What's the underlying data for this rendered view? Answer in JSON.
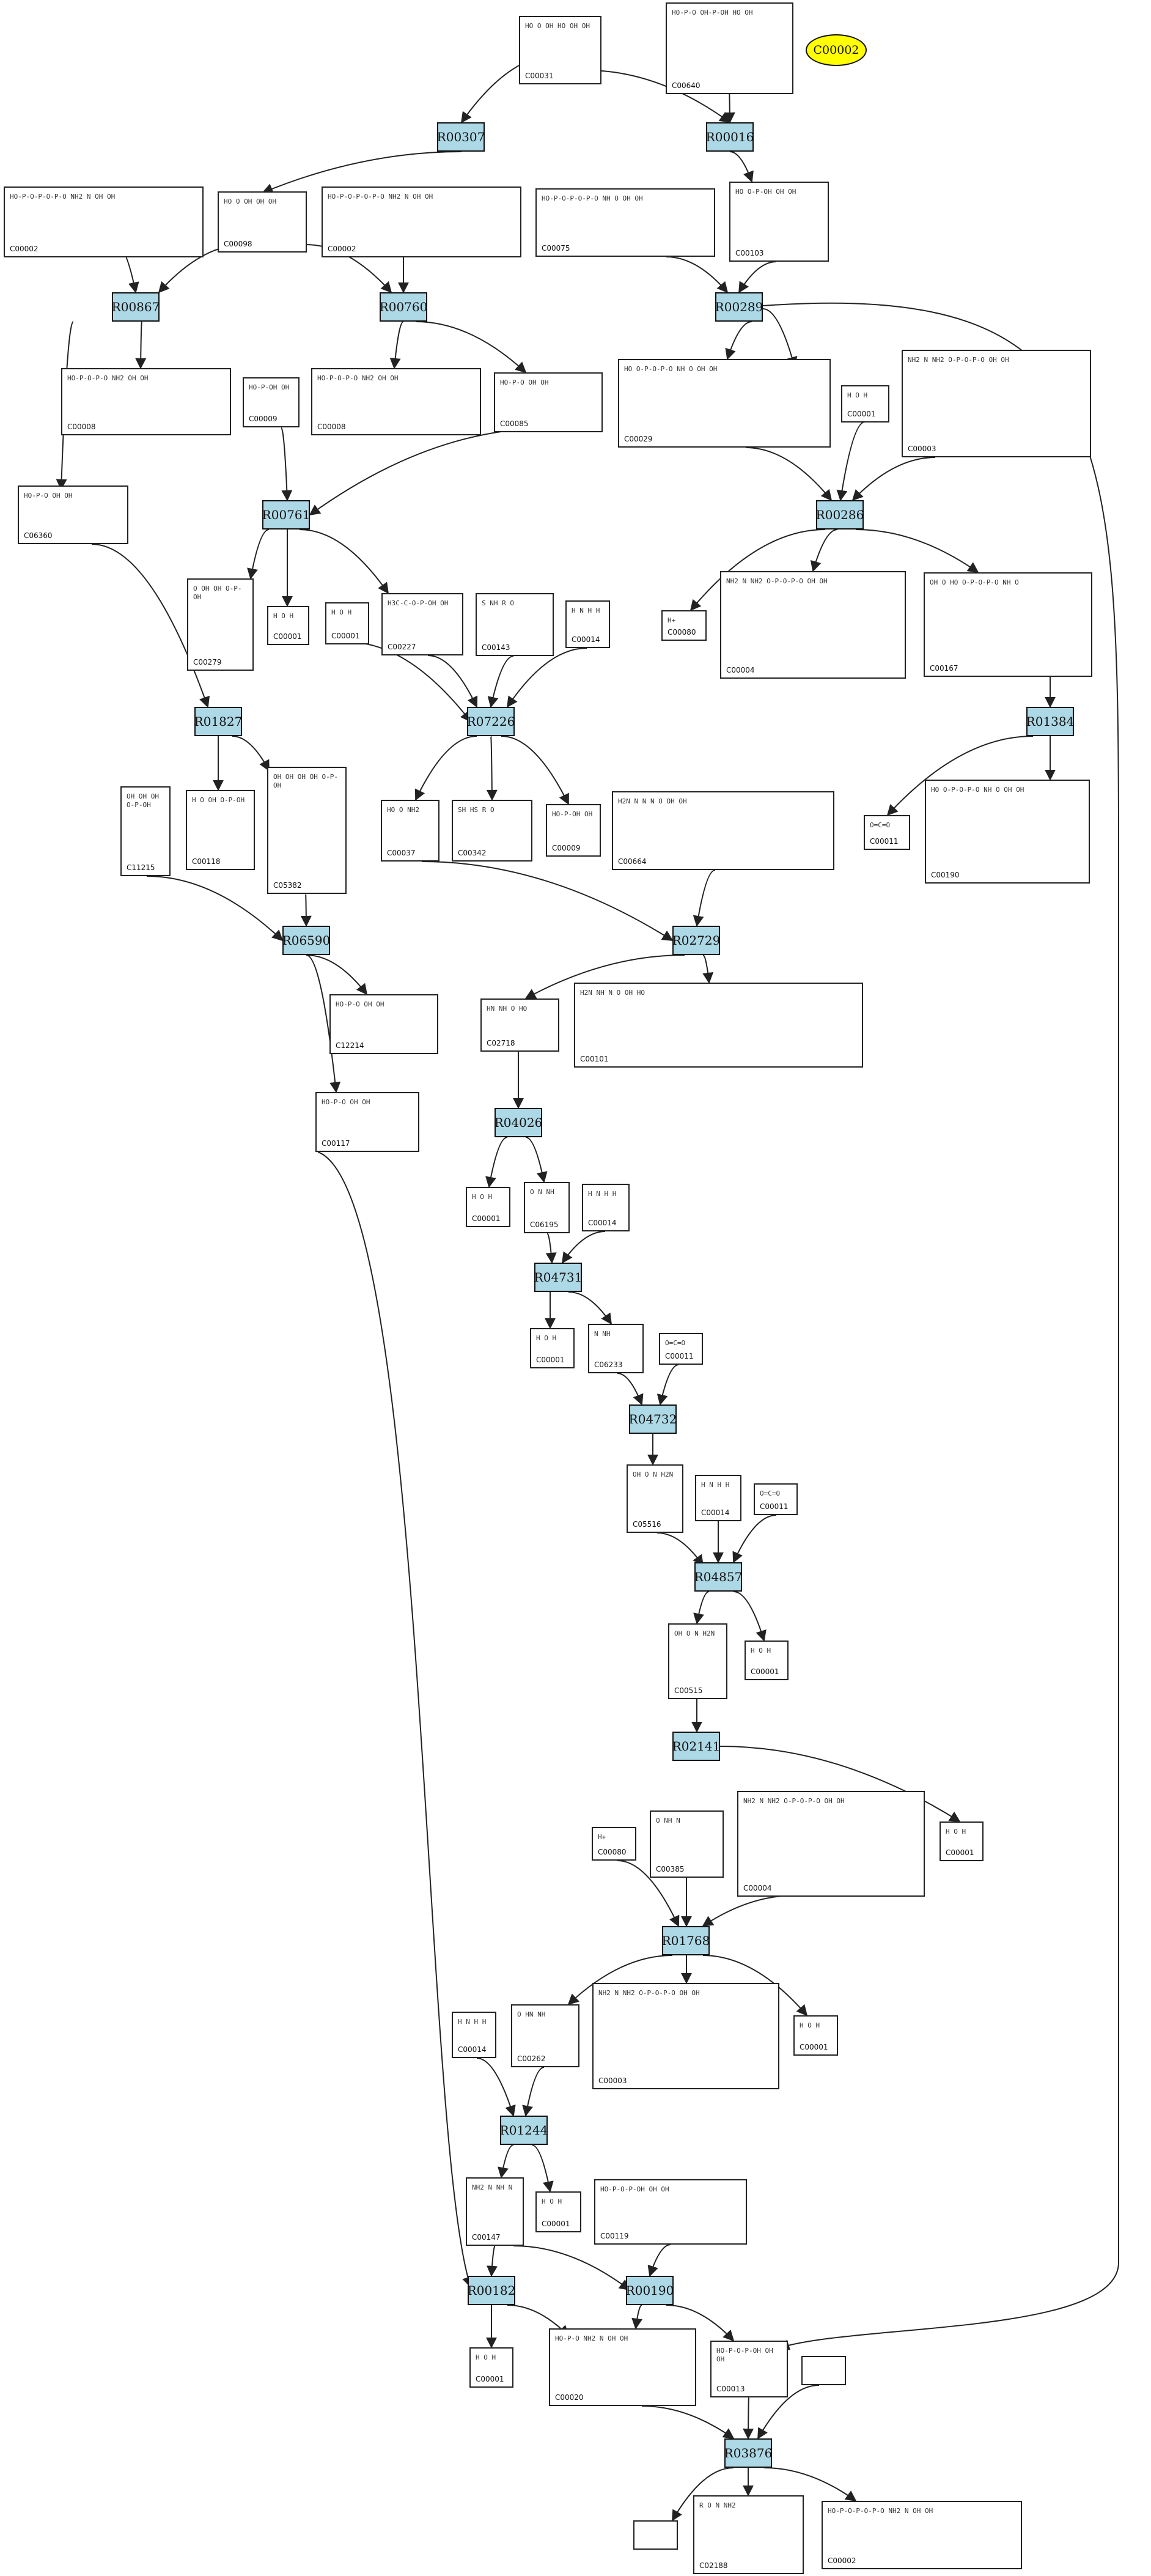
{
  "diagram": {
    "highlight": {
      "id": "C00002",
      "color": "#ffff00"
    },
    "colors": {
      "reaction_fill": "#add8e6",
      "edge": "#222222"
    },
    "reactions": [
      "R00307",
      "R00016",
      "R00867",
      "R00760",
      "R00289",
      "R00761",
      "R00286",
      "R01827",
      "R07226",
      "R01384",
      "R06590",
      "R02729",
      "R04026",
      "R04731",
      "R04732",
      "R04857",
      "R02141",
      "R01768",
      "R01244",
      "R00182",
      "R00190",
      "R03876"
    ],
    "compounds": [
      {
        "key": "c00031",
        "id": "C00031",
        "hint": "HO O OH HO OH OH"
      },
      {
        "key": "c00640",
        "id": "C00640",
        "hint": "HO-P-O OH-P-OH HO OH"
      },
      {
        "key": "c00002a",
        "id": "C00002",
        "hint": "HO-P-O-P-O-P-O  NH2 N OH OH"
      },
      {
        "key": "c00098",
        "id": "C00098",
        "hint": "HO O OH OH OH"
      },
      {
        "key": "c00002b",
        "id": "C00002",
        "hint": "HO-P-O-P-O-P-O NH2 N OH OH"
      },
      {
        "key": "c00075",
        "id": "C00075",
        "hint": "HO-P-O-P-O-P-O NH O OH OH"
      },
      {
        "key": "c00103",
        "id": "C00103",
        "hint": "HO O-P-OH OH OH"
      },
      {
        "key": "c00008a",
        "id": "C00008",
        "hint": "HO-P-O-P-O NH2 OH OH"
      },
      {
        "key": "c00009a",
        "id": "C00009",
        "hint": "HO-P-OH OH"
      },
      {
        "key": "c00008b",
        "id": "C00008",
        "hint": "HO-P-O-P-O NH2 OH OH"
      },
      {
        "key": "c00085",
        "id": "C00085",
        "hint": "HO-P-O OH OH"
      },
      {
        "key": "c00029",
        "id": "C00029",
        "hint": "HO O-P-O-P-O NH O OH OH"
      },
      {
        "key": "c00001a",
        "id": "C00001",
        "hint": "H O H"
      },
      {
        "key": "c00003a",
        "id": "C00003",
        "hint": "NH2 N NH2 O-P-O-P-O OH OH"
      },
      {
        "key": "c06360",
        "id": "C06360",
        "hint": "HO-P-O OH OH"
      },
      {
        "key": "c00279",
        "id": "C00279",
        "hint": "O OH OH O-P-OH"
      },
      {
        "key": "c00001b",
        "id": "C00001",
        "hint": "H O H"
      },
      {
        "key": "c00001c",
        "id": "C00001",
        "hint": "H O H"
      },
      {
        "key": "c00227",
        "id": "C00227",
        "hint": "H3C-C-O-P-OH OH"
      },
      {
        "key": "c00143",
        "id": "C00143",
        "hint": "S NH R O"
      },
      {
        "key": "c00014a",
        "id": "C00014",
        "hint": "H N H H"
      },
      {
        "key": "c00080a",
        "id": "C00080",
        "hint": "H+"
      },
      {
        "key": "c00004a",
        "id": "C00004",
        "hint": "NH2 N NH2 O-P-O-P-O OH OH"
      },
      {
        "key": "c00167",
        "id": "C00167",
        "hint": "OH O HO O-P-O-P-O NH O"
      },
      {
        "key": "c11215",
        "id": "C11215",
        "hint": "OH OH OH O-P-OH"
      },
      {
        "key": "c00118",
        "id": "C00118",
        "hint": "H O OH O-P-OH"
      },
      {
        "key": "c05382",
        "id": "C05382",
        "hint": "OH OH OH OH O-P-OH"
      },
      {
        "key": "c00037",
        "id": "C00037",
        "hint": "HO O NH2"
      },
      {
        "key": "c00342",
        "id": "C00342",
        "hint": "SH HS R O"
      },
      {
        "key": "c00009b",
        "id": "C00009",
        "hint": "HO-P-OH OH"
      },
      {
        "key": "c00664",
        "id": "C00664",
        "hint": "H2N N N N O OH OH"
      },
      {
        "key": "c00011a",
        "id": "C00011",
        "hint": "O=C=O"
      },
      {
        "key": "c00190",
        "id": "C00190",
        "hint": "HO O-P-O-P-O NH O OH OH"
      },
      {
        "key": "c12214",
        "id": "C12214",
        "hint": "HO-P-O OH OH"
      },
      {
        "key": "c02718",
        "id": "C02718",
        "hint": "HN NH O HO"
      },
      {
        "key": "c00101",
        "id": "C00101",
        "hint": "H2N NH N O OH HO"
      },
      {
        "key": "c00117",
        "id": "C00117",
        "hint": "HO-P-O OH OH"
      },
      {
        "key": "c00001d",
        "id": "C00001",
        "hint": "H O H"
      },
      {
        "key": "c06195",
        "id": "C06195",
        "hint": "O N NH"
      },
      {
        "key": "c00014b",
        "id": "C00014",
        "hint": "H N H H"
      },
      {
        "key": "c00001e",
        "id": "C00001",
        "hint": "H O H"
      },
      {
        "key": "c06233",
        "id": "C06233",
        "hint": "N NH"
      },
      {
        "key": "c00011b",
        "id": "C00011",
        "hint": "O=C=O"
      },
      {
        "key": "c05516",
        "id": "C05516",
        "hint": "OH O N H2N"
      },
      {
        "key": "c00014c",
        "id": "C00014",
        "hint": "H N H H"
      },
      {
        "key": "c00011c",
        "id": "C00011",
        "hint": "O=C=O"
      },
      {
        "key": "c00001f",
        "id": "C00001",
        "hint": "H O H"
      },
      {
        "key": "c00515",
        "id": "C00515",
        "hint": "OH O N H2N"
      },
      {
        "key": "c00001g",
        "id": "C00001",
        "hint": "H O H"
      },
      {
        "key": "c00080b",
        "id": "C00080",
        "hint": "H+"
      },
      {
        "key": "c00385",
        "id": "C00385",
        "hint": "O NH N"
      },
      {
        "key": "c00004b",
        "id": "C00004",
        "hint": "NH2 N NH2 O-P-O-P-O OH OH"
      },
      {
        "key": "c00014d",
        "id": "C00014",
        "hint": "H N H H"
      },
      {
        "key": "c00262",
        "id": "C00262",
        "hint": "O HN NH"
      },
      {
        "key": "c00003b",
        "id": "C00003",
        "hint": "NH2 N NH2 O-P-O-P-O OH OH"
      },
      {
        "key": "c00001h",
        "id": "C00001",
        "hint": "H O H"
      },
      {
        "key": "c00147",
        "id": "C00147",
        "hint": "NH2 N NH N"
      },
      {
        "key": "c00001i",
        "id": "C00001",
        "hint": "H O H"
      },
      {
        "key": "c00119",
        "id": "C00119",
        "hint": "HO-P-O-P-OH OH OH"
      },
      {
        "key": "c00001j",
        "id": "C00001",
        "hint": "H O H"
      },
      {
        "key": "c00020",
        "id": "C00020",
        "hint": "HO-P-O NH2 N OH OH"
      },
      {
        "key": "c00013",
        "id": "C00013",
        "hint": "HO-P-O-P-OH OH OH"
      },
      {
        "key": "empty1",
        "id": "",
        "hint": ""
      },
      {
        "key": "empty2",
        "id": "",
        "hint": ""
      },
      {
        "key": "c02188",
        "id": "C02188",
        "hint": "R O N NH2"
      },
      {
        "key": "c00002c",
        "id": "C00002",
        "hint": "HO-P-O-P-O-P-O NH2 N OH OH"
      }
    ]
  }
}
